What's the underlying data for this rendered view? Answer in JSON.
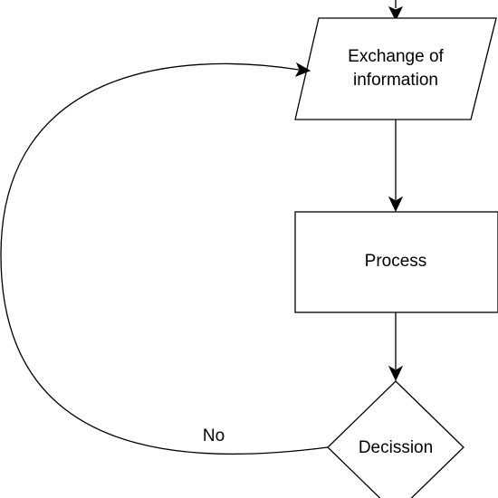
{
  "diagram": {
    "nodes": {
      "exchange": {
        "shape": "parallelogram",
        "lines": [
          "Exchange of",
          "information"
        ]
      },
      "process": {
        "shape": "rectangle",
        "label": "Process"
      },
      "decision": {
        "shape": "diamond",
        "label": "Decission"
      }
    },
    "edges": {
      "loop_back": {
        "from": "decision",
        "to": "exchange",
        "label": "No"
      }
    },
    "colors": {
      "stroke": "#000000",
      "fill": "#ffffff",
      "text": "#000000"
    }
  }
}
